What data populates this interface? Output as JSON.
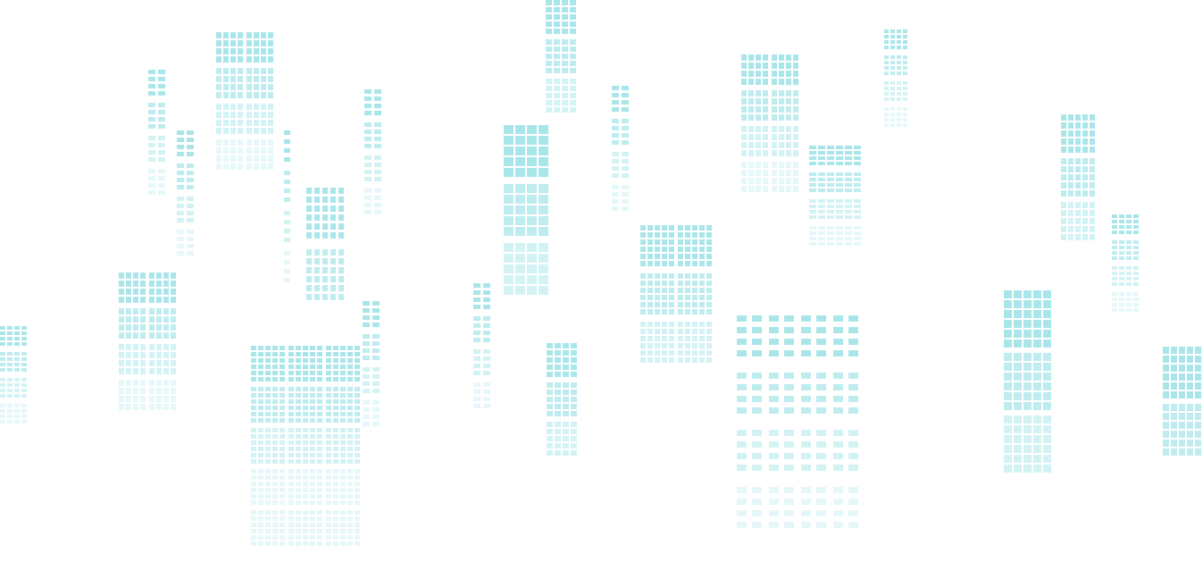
{
  "canvas": {
    "background": "#ffffff",
    "cell_color": "#a9e6ea",
    "fade_steps": [
      1.0,
      0.75,
      0.5,
      0.28
    ],
    "description_text": ""
  }
}
